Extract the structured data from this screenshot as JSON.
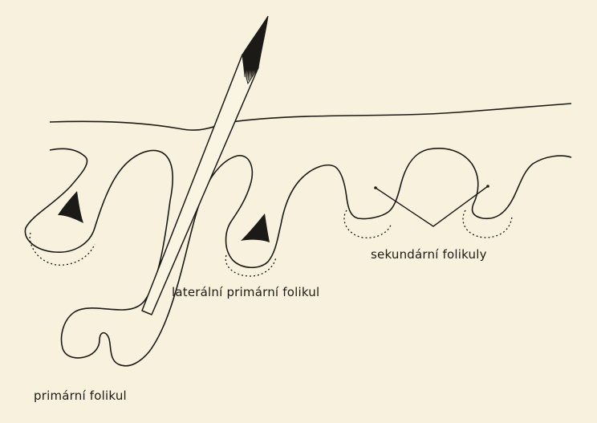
{
  "labels": {
    "primary_follicle": "primární folikul",
    "lateral_primary_follicle": "laterální primární folikul",
    "secondary_follicles": "sekundární folikuly"
  },
  "colors": {
    "paper": "#f7f1dd",
    "ink": "#1c1a16"
  }
}
